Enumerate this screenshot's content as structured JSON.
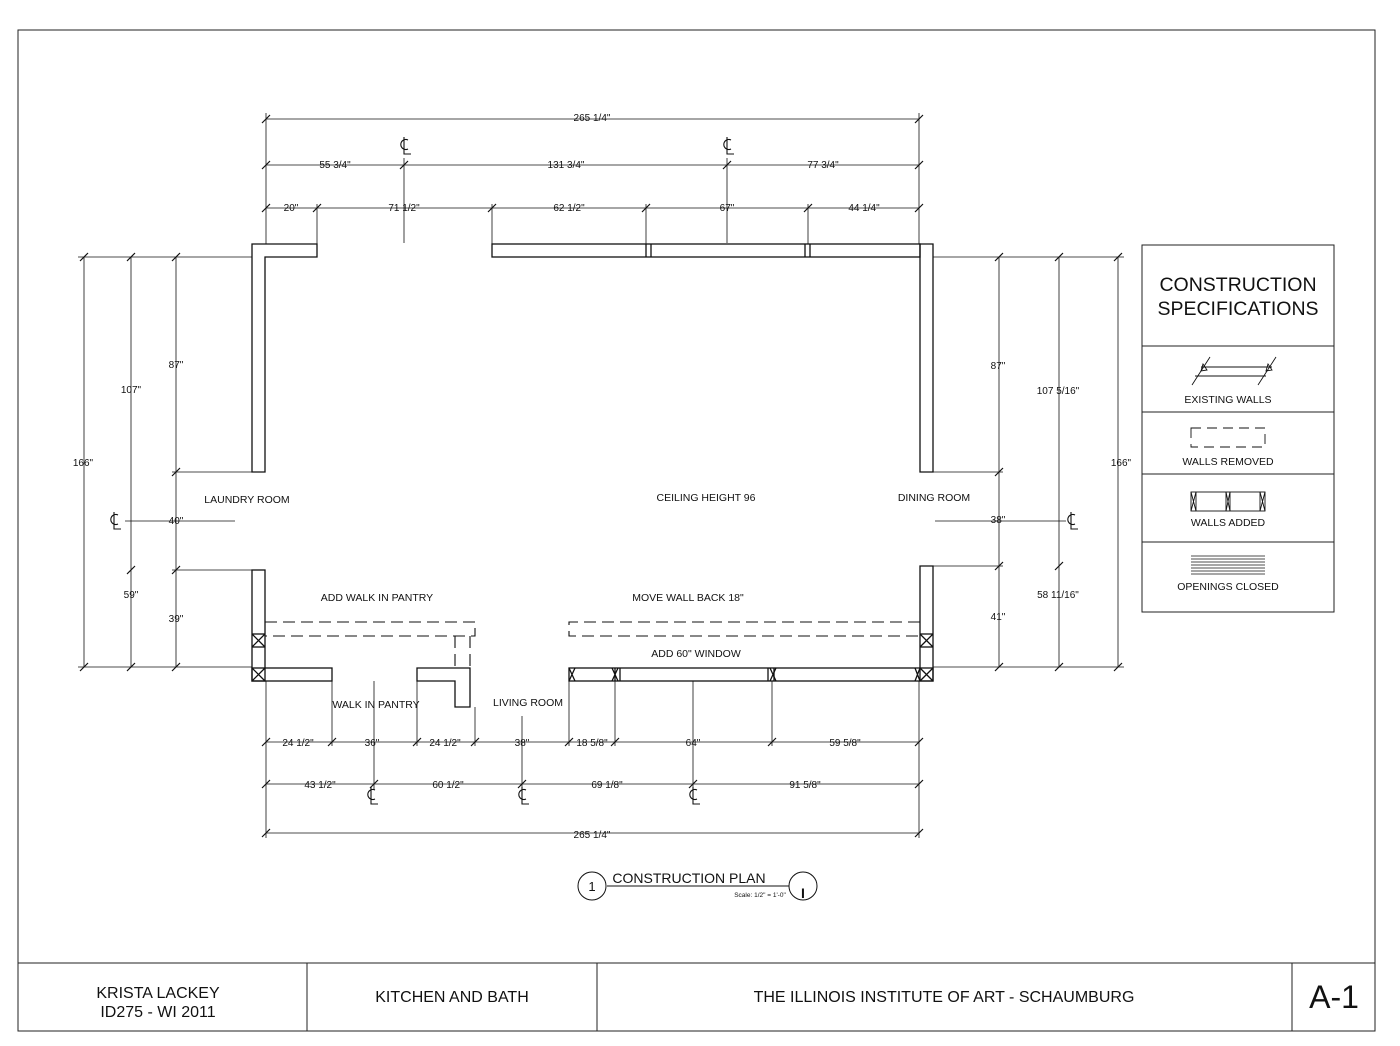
{
  "plan": {
    "title": "CONSTRUCTION PLAN",
    "scale": "Scale: 1/2\" = 1'-0\"",
    "detail_number": "1",
    "sheet_ref": "I",
    "centerline_symbol": "CL"
  },
  "rooms": {
    "laundry": "LAUNDRY ROOM",
    "ceiling": "CEILING HEIGHT 96",
    "dining": "DINING ROOM",
    "add_pantry": "ADD WALK IN PANTRY",
    "move_wall": "MOVE WALL BACK 18\"",
    "add_window": "ADD 60\" WINDOW",
    "walk_pantry": "WALK IN PANTRY",
    "living": "LIVING ROOM"
  },
  "dimensions": {
    "top_total": "265 1/4\"",
    "top_cl": [
      "55 3/4\"",
      "131 3/4\"",
      "77 3/4\""
    ],
    "top_wall": [
      "20\"",
      "71 1/2\"",
      "62 1/2\"",
      "67\"",
      "44 1/4\""
    ],
    "left_outer": "166\"",
    "left_mid": [
      "107\"",
      "59\""
    ],
    "left_inner": [
      "87\"",
      "40\"",
      "39\""
    ],
    "right_inner": [
      "87\"",
      "38\"",
      "41\""
    ],
    "right_mid": [
      "107 5/16\"",
      "58 11/16\""
    ],
    "right_outer": "166\"",
    "bottom_wall": [
      "24 1/2\"",
      "36\"",
      "24 1/2\"",
      "38\"",
      "18 5/8\"",
      "64\"",
      "59 5/8\""
    ],
    "bottom_cl": [
      "43 1/2\"",
      "60 1/2\"",
      "69 1/8\"",
      "91 5/8\""
    ],
    "bottom_total": "265 1/4\""
  },
  "specs": {
    "title_line1": "CONSTRUCTION",
    "title_line2": "SPECIFICATIONS",
    "items": [
      "EXISTING WALLS",
      "WALLS REMOVED",
      "WALLS ADDED",
      "OPENINGS CLOSED"
    ]
  },
  "title_block": {
    "designer": "KRISTA LACKEY",
    "course": "ID275 - WI 2011",
    "project": "KITCHEN AND BATH",
    "school": "THE ILLINOIS INSTITUTE OF ART - SCHAUMBURG",
    "sheet": "A-1"
  }
}
